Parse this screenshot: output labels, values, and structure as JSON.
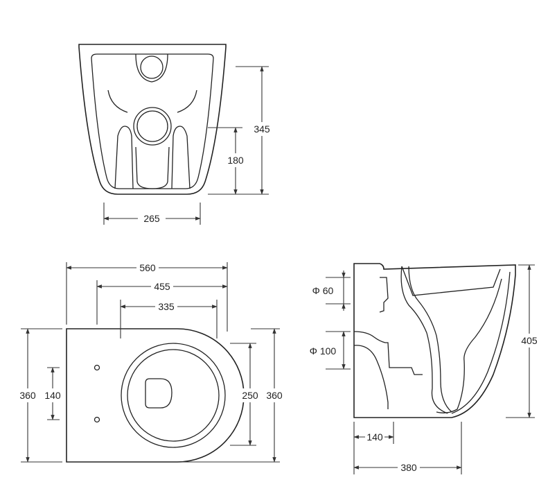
{
  "rear_view": {
    "width_label": "265",
    "height_label": "345",
    "outlet_height_label": "180"
  },
  "top_view": {
    "length_label": "560",
    "length2_label": "455",
    "length3_label": "335",
    "width_label": "360",
    "width_right_label": "360",
    "bowl_width_label": "250",
    "fixing_spacing_label": "140"
  },
  "side_view": {
    "inlet_label": "Φ 60",
    "outlet_label": "Φ 100",
    "height_label": "405",
    "depth_label": "380",
    "outlet_offset_label": "140"
  }
}
